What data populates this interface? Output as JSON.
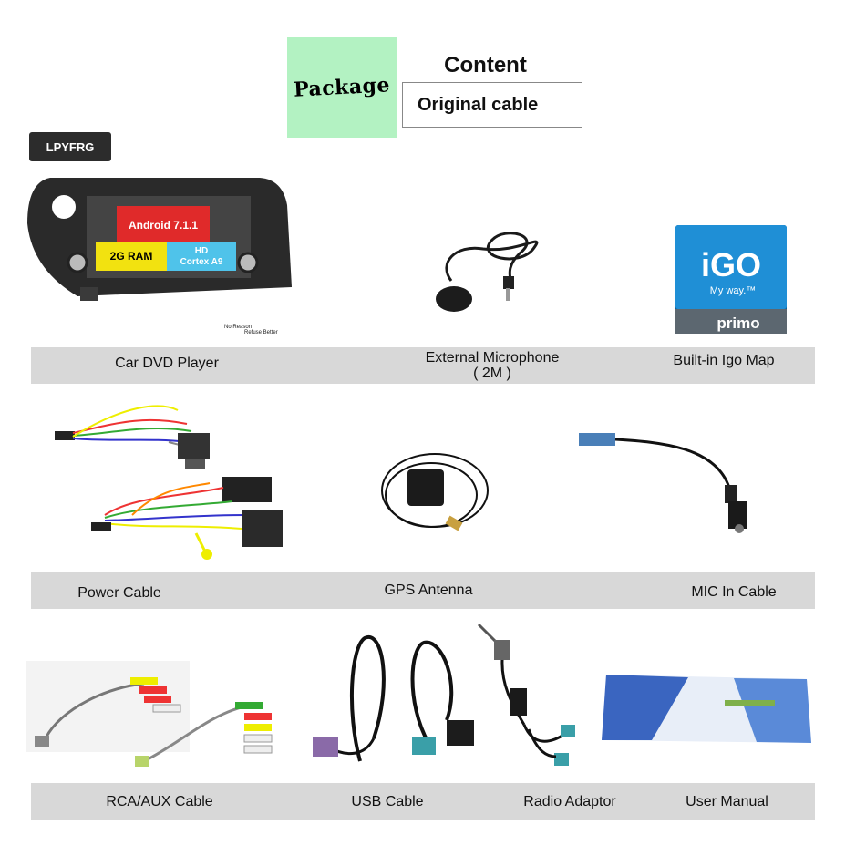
{
  "header": {
    "package_label": "Package",
    "content_title": "Content",
    "content_value": "Original cable"
  },
  "brand": "LPYFRG",
  "dvd_player": {
    "badge_android": "Android 7.1.1",
    "badge_ram": "2G RAM",
    "badge_cpu_line1": "HD",
    "badge_cpu_line2": "Cortex A9",
    "note_line1": "No Reason",
    "note_line2": "Refuse Better",
    "colors": {
      "android": "#e02a2a",
      "ram": "#f2e210",
      "cpu": "#4fc3ea"
    }
  },
  "igo_logo": {
    "word": "iGO",
    "tagline": "My way.™",
    "edition": "primo"
  },
  "rows": [
    {
      "items": [
        "Car DVD Player",
        "External Microphone",
        "( 2M )",
        "Built-in Igo Map"
      ]
    },
    {
      "items": [
        "Power Cable",
        "GPS Antenna",
        "MIC In Cable"
      ]
    },
    {
      "items": [
        "RCA/AUX Cable",
        "USB Cable",
        "Radio Adaptor",
        "User Manual"
      ]
    }
  ]
}
